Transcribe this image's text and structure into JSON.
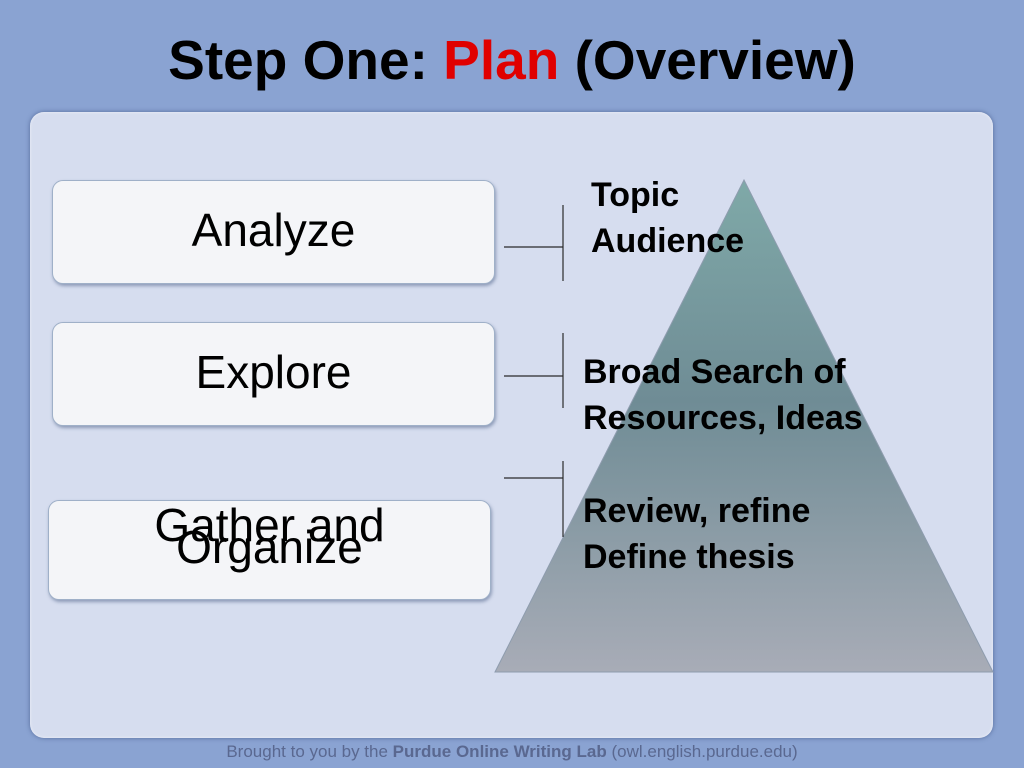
{
  "title": {
    "prefix": "Step One:",
    "accent": "Plan",
    "suffix": "(Overview)"
  },
  "steps": [
    {
      "label_lines": [
        "Analyze"
      ],
      "detail_lines": [
        "Topic",
        "Audience"
      ]
    },
    {
      "label_lines": [
        "Explore"
      ],
      "detail_lines": [
        "Broad Search of",
        "Resources, Ideas"
      ]
    },
    {
      "label_lines": [
        "Gather and",
        "Organize"
      ],
      "detail_lines": [
        "Review, refine",
        "Define thesis"
      ]
    }
  ],
  "footer": {
    "prefix": "Brought to you by the",
    "org": "Purdue Online Writing Lab",
    "url": "(owl.english.purdue.edu)"
  },
  "colors": {
    "background": "#8aa3d2",
    "panel": "#d6ddef",
    "title_accent": "#e00000",
    "pyramid_top": "#7fa9a8",
    "pyramid_bottom": "#a6abb6"
  }
}
